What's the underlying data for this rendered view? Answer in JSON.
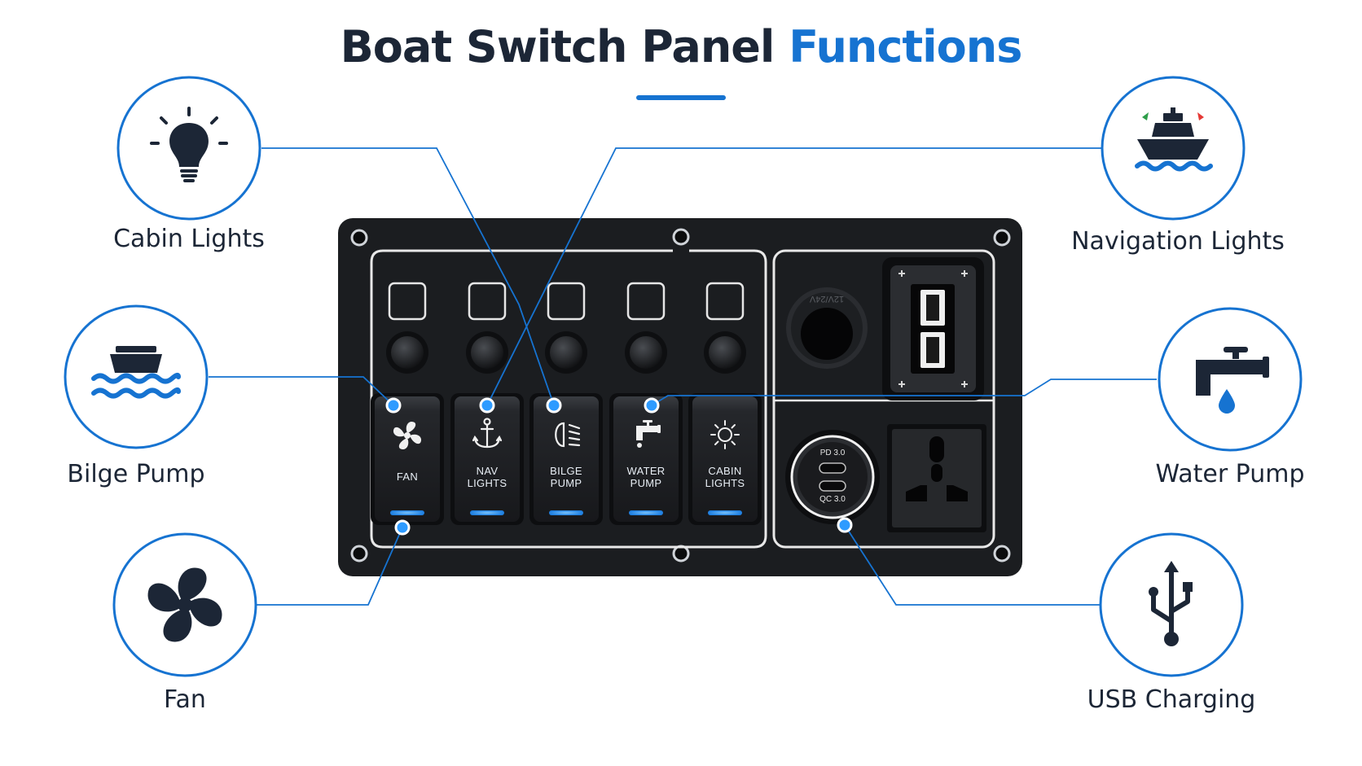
{
  "title": {
    "main": "Boat Switch Panel",
    "accent": "Functions"
  },
  "colors": {
    "accent": "#1673d1",
    "text_dark": "#1c2636",
    "panel": "#1b1d20",
    "led_blue": "#2e9bff",
    "nav_red": "#e53935",
    "nav_green": "#2e9e4a"
  },
  "callouts": {
    "cabin_lights": {
      "label": "Cabin Lights",
      "icon": "light-bulb-icon"
    },
    "bilge_pump": {
      "label": "Bilge Pump",
      "icon": "boat-hull-waves-icon"
    },
    "fan": {
      "label": "Fan",
      "icon": "fan-icon"
    },
    "navigation_lights": {
      "label": "Navigation Lights",
      "icon": "ship-nav-lights-icon"
    },
    "water_pump": {
      "label": "Water Pump",
      "icon": "faucet-icon"
    },
    "usb_charging": {
      "label": "USB Charging",
      "icon": "usb-icon"
    }
  },
  "switches": [
    {
      "label_line1": "FAN",
      "label_line2": "",
      "icon": "fan-icon"
    },
    {
      "label_line1": "NAV",
      "label_line2": "LIGHTS",
      "icon": "anchor-icon"
    },
    {
      "label_line1": "BILGE",
      "label_line2": "PUMP",
      "icon": "headlight-icon"
    },
    {
      "label_line1": "WATER",
      "label_line2": "PUMP",
      "icon": "faucet-icon"
    },
    {
      "label_line1": "CABIN",
      "label_line2": "LIGHTS",
      "icon": "sun-icon"
    }
  ],
  "usb_charger": {
    "port1": "PD 3.0",
    "port2": "QC 3.0"
  },
  "socket_ring_text": "12V/24V"
}
